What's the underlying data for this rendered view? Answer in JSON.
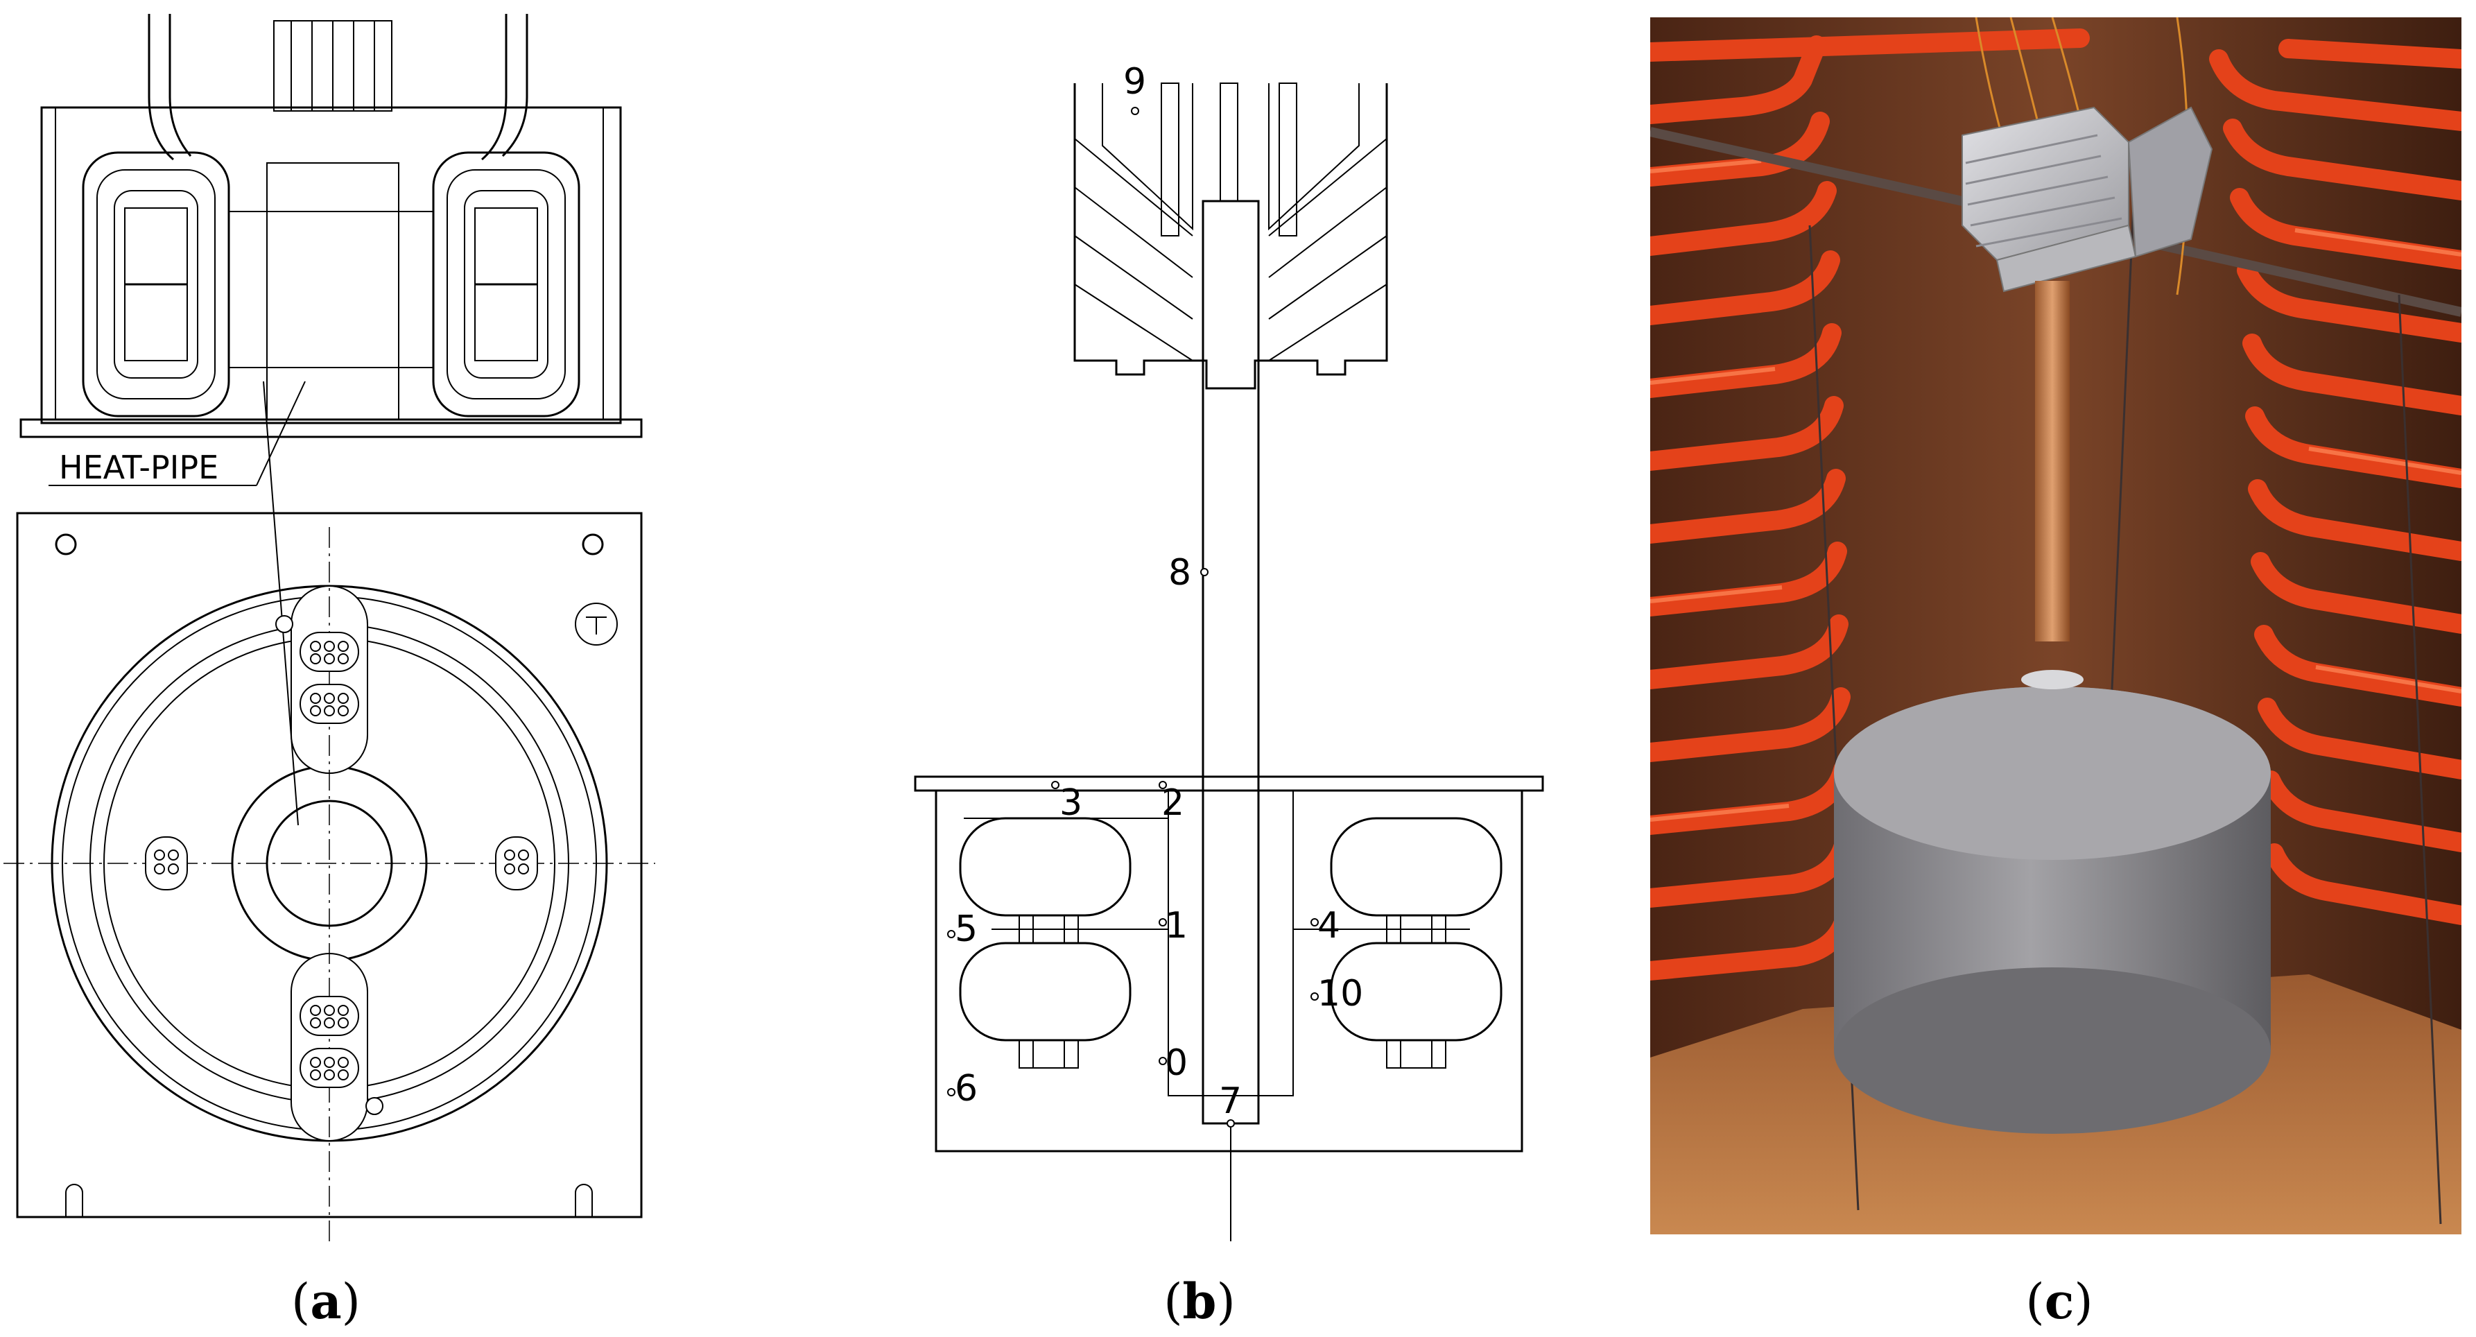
{
  "panel_a": {
    "heat_pipe_label": "HEAT-PIPE",
    "caption_letter": "a"
  },
  "panel_b": {
    "sensor_labels": [
      "0",
      "1",
      "2",
      "3",
      "4",
      "5",
      "6",
      "7",
      "8",
      "9",
      "10"
    ],
    "caption_letter": "b"
  },
  "panel_c": {
    "caption_letter": "c",
    "photo_colors": {
      "pipes": "#e4421a",
      "wall": "#6a3b22",
      "metal": "#b9b9bd",
      "core": "#8d8c8f",
      "copper": "#c07a4a"
    }
  }
}
